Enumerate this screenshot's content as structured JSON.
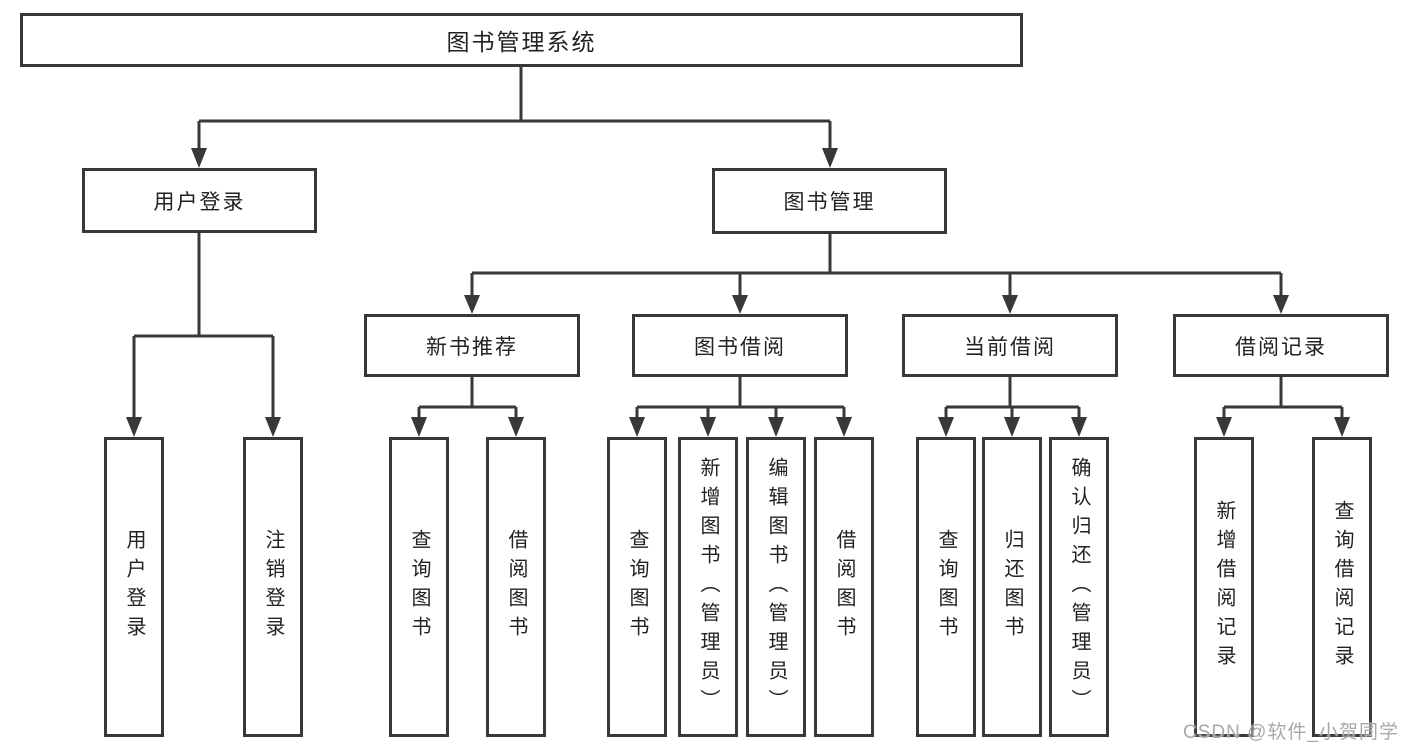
{
  "diagram": {
    "root": "图书管理系统",
    "level2": {
      "user_login": "用户登录",
      "book_mgmt": "图书管理"
    },
    "level3": {
      "new_books": "新书推荐",
      "borrowing": "图书借阅",
      "current": "当前借阅",
      "records": "借阅记录"
    },
    "leaves": {
      "user_login_1": "用户登录",
      "user_login_2": "注销登录",
      "new_books_1": "查询图书",
      "new_books_2": "借阅图书",
      "borrowing_1": "查询图书",
      "borrowing_2": "新增图书（管理员）",
      "borrowing_3": "编辑图书（管理员）",
      "borrowing_4": "借阅图书",
      "current_1": "查询图书",
      "current_2": "归还图书",
      "current_3": "确认归还（管理员）",
      "records_1": "新增借阅记录",
      "records_2": "查询借阅记录"
    }
  },
  "watermark": "CSDN @软件_小贺同学",
  "colors": {
    "line": "#383838",
    "background": "#ffffff",
    "text": "#222222",
    "watermark": "#a8a8a8"
  }
}
